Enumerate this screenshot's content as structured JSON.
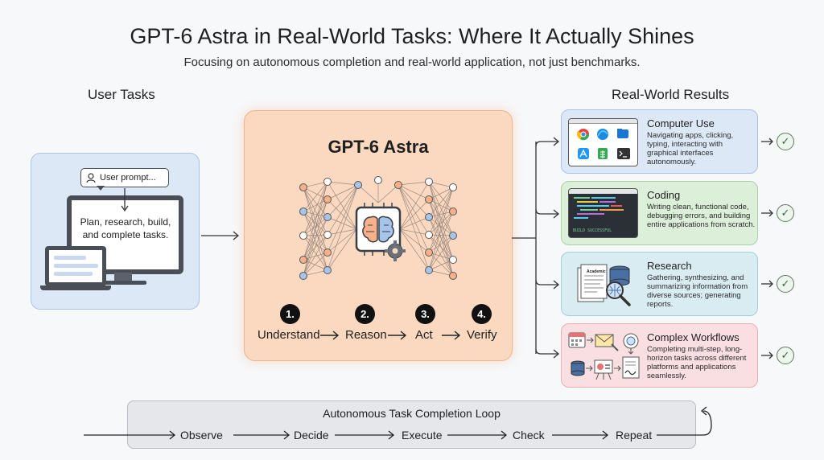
{
  "header": {
    "title": "GPT-6 Astra in Real-World Tasks: Where It Actually Shines",
    "subtitle": "Focusing on autonomous completion and real-world application, not just benchmarks."
  },
  "user_tasks": {
    "heading": "User Tasks",
    "prompt_bubble": "User prompt...",
    "monitor_text": "Plan, research, build, and complete tasks."
  },
  "center": {
    "title": "GPT-6 Astra",
    "steps": [
      {
        "num": "1.",
        "label": "Understand"
      },
      {
        "num": "2.",
        "label": "Reason"
      },
      {
        "num": "3.",
        "label": "Act"
      },
      {
        "num": "4.",
        "label": "Verify"
      }
    ]
  },
  "results": {
    "heading": "Real-World Results",
    "cards": [
      {
        "title": "Computer Use",
        "desc": "Navigating apps, clicking, typing, interacting with graphical interfaces autonomously.",
        "icon": "app-grid-icon",
        "bg": "#dde8f7",
        "border": "#a9c3e6"
      },
      {
        "title": "Coding",
        "desc": "Writing clean, functional code, debugging errors, and building entire applications from scratch.",
        "icon": "code-editor-icon",
        "bg": "#dcefd9",
        "border": "#a9d3a2",
        "code_status": "BUILD SUCCESSFUL"
      },
      {
        "title": "Research",
        "desc": "Gathering, synthesizing, and summarizing information from diverse sources; generating reports.",
        "icon": "documents-magnifier-icon",
        "bg": "#d8ecf2",
        "border": "#a3cfdc",
        "doc_label": "Academic"
      },
      {
        "title": "Complex Workflows",
        "desc": "Completing multi-step, long-horizon tasks across different platforms and applications seamlessly.",
        "icon": "workflow-icon",
        "bg": "#f9dfe1",
        "border": "#eaaeb4"
      }
    ]
  },
  "loop": {
    "title": "Autonomous Task Completion Loop",
    "steps": [
      "Observe",
      "Decide",
      "Execute",
      "Check",
      "Repeat"
    ]
  },
  "colors": {
    "astra_bg": "#fbd9c0",
    "check_green": "#2f6b34"
  }
}
